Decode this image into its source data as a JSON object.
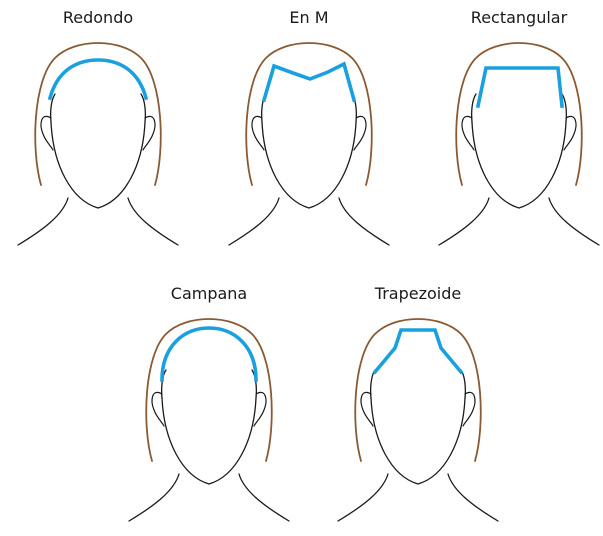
{
  "colors": {
    "hair_outline": "#8a5a33",
    "face_outline": "#1a1a1a",
    "hairline": "#1aa0de"
  },
  "shapes": [
    {
      "label": "Redondo"
    },
    {
      "label": "En M"
    },
    {
      "label": "Rectangular"
    },
    {
      "label": "Campana"
    },
    {
      "label": "Trapezoide"
    }
  ]
}
